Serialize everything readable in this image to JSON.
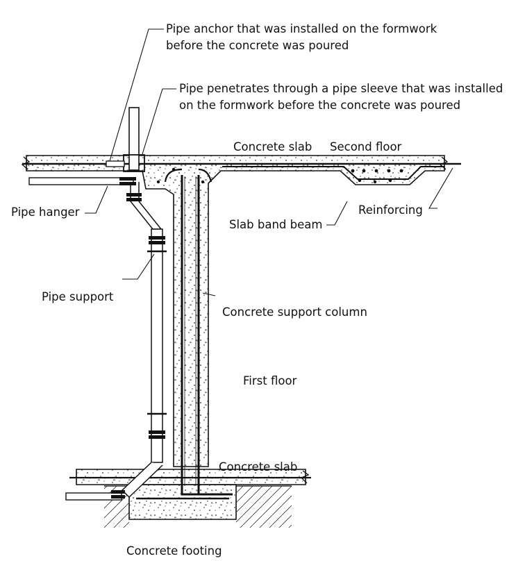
{
  "labels": {
    "pipe_anchor": "Pipe anchor that was installed on the formwork before the concrete was poured",
    "pipe_sleeve": "Pipe penetrates through a pipe sleeve that was installed on the formwork before the concrete was poured",
    "concrete_slab_top": "Concrete slab",
    "second_floor": "Second floor",
    "pipe_hanger": "Pipe hanger",
    "reinforcing": "Reinforcing",
    "slab_band_beam": "Slab band beam",
    "pipe_support": "Pipe support",
    "concrete_support_column": "Concrete support column",
    "first_floor": "First floor",
    "concrete_slab_bottom": "Concrete slab",
    "concrete_footing": "Concrete footing"
  }
}
